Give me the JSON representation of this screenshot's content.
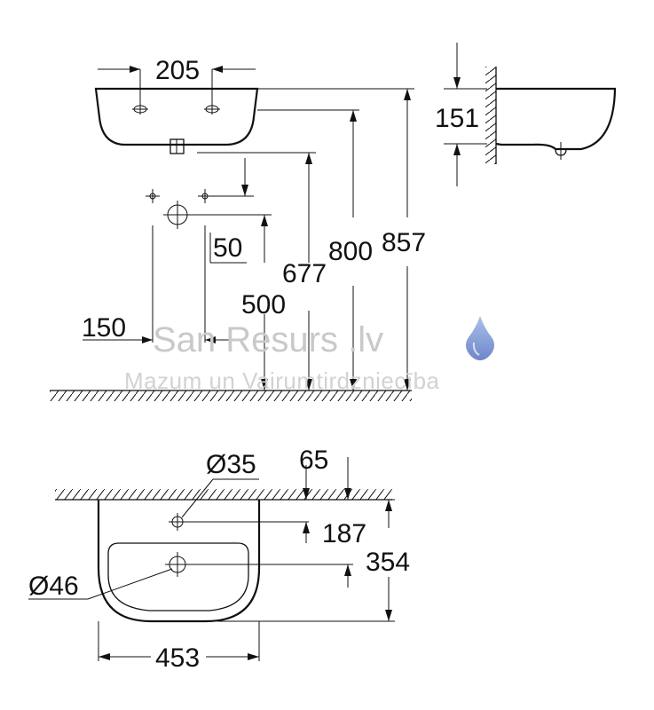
{
  "dimensions": {
    "top_width": "205",
    "height_151": "151",
    "height_857": "857",
    "height_800": "800",
    "height_677": "677",
    "height_500": "500",
    "offset_50": "50",
    "spacing_150": "150",
    "diameter_35": "Ø35",
    "offset_65": "65",
    "depth_187": "187",
    "depth_354": "354",
    "diameter_46": "Ø46",
    "width_453": "453"
  },
  "watermark": {
    "title": "San Resurs .lv",
    "subtitle": "Mazum un Vairumtirdzniecība"
  },
  "colors": {
    "line": "#111111",
    "watermark_text": "#c9c9c9",
    "drop_dark": "#6f86c9",
    "drop_light": "#a9c1ea"
  }
}
